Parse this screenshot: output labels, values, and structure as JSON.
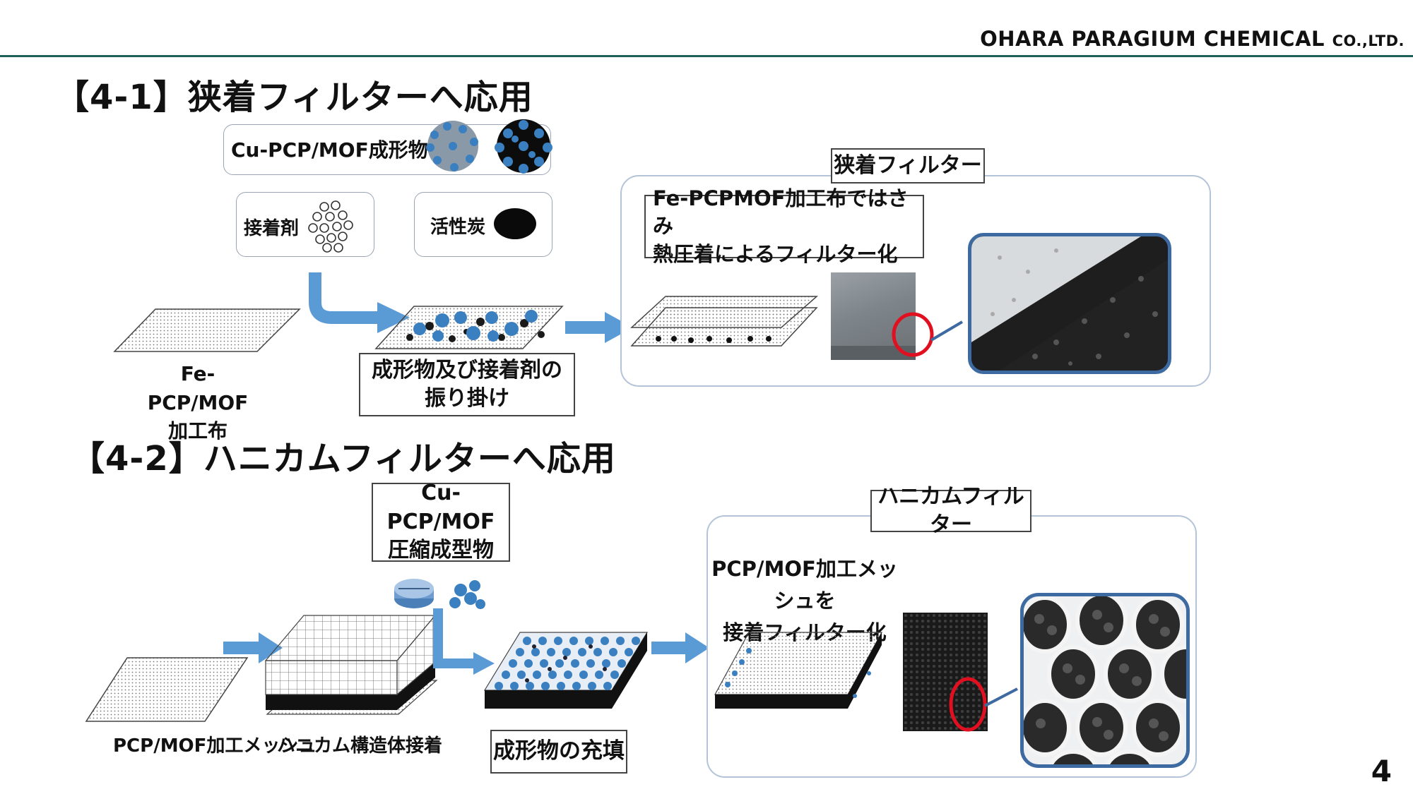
{
  "header": {
    "company_main": "OHARA PARAGIUM CHEMICAL ",
    "company_suffix": "CO.,LTD."
  },
  "section1": {
    "heading": "【4-1】狭着フィルターへ応用",
    "molded_label": "Cu-PCP/MOF成形物",
    "adhesive_label": "接着剤",
    "carbon_label": "活性炭",
    "fabric_label": "Fe-PCP/MOF\n加工布",
    "sprinkle_label": "成形物及び接着剤の\n振り掛け",
    "filter_title": "狭着フィルター",
    "filter_desc": "Fe-PCPMOF加工布ではさみ\n熱圧着によるフィルター化"
  },
  "section2": {
    "heading": "【4-2】ハニカムフィルターへ応用",
    "compressed_label": "Cu-PCP/MOF\n圧縮成型物",
    "mesh_label": "PCP/MOF加工メッシュ",
    "honeycomb_label": "ハニカム構造体接着",
    "fill_label": "成形物の充填",
    "filter_title": "ハニカムフィルター",
    "filter_desc": "PCP/MOF加工メッシュを\n接着フィルター化"
  },
  "page_number": "4",
  "colors": {
    "rule": "#1f5f5a",
    "arrow": "#5b9bd5",
    "granule": "#3a7fc0",
    "highlight": "#e01020",
    "zoom_border": "#3d6aa0"
  }
}
